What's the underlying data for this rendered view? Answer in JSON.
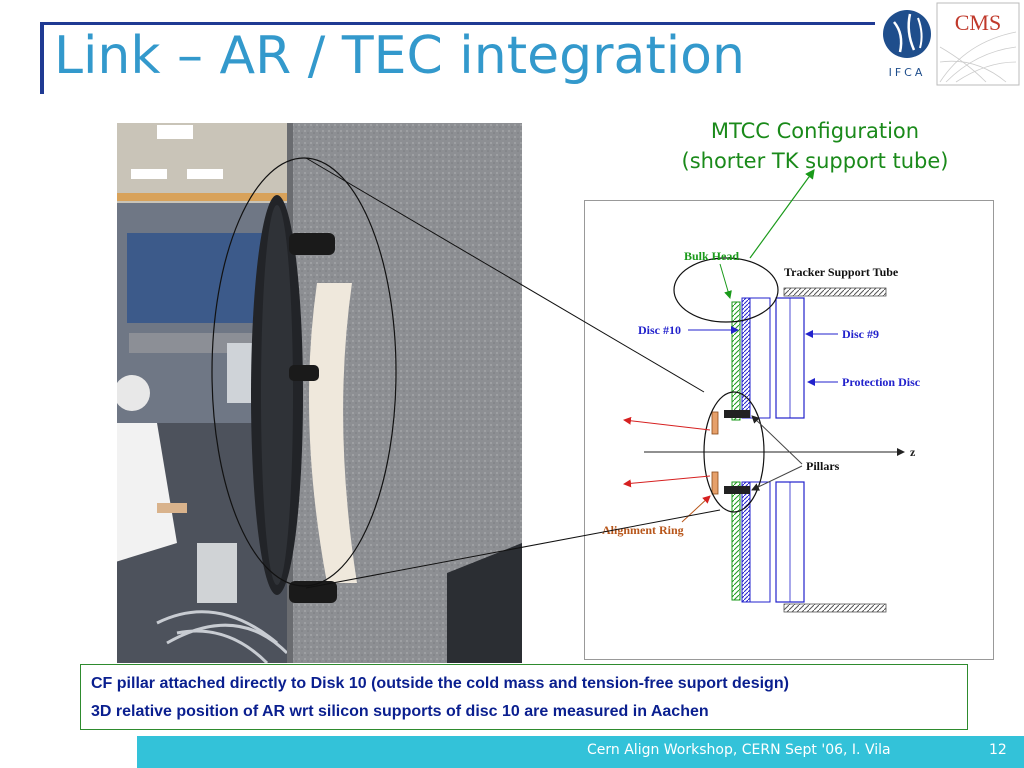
{
  "title": "Link – AR / TEC integration",
  "logos": {
    "left_logo_text": "IFCA",
    "right_logo_text": "CMS"
  },
  "mtcc": {
    "line1": "MTCC Configuration",
    "line2": "(shorter TK support tube)"
  },
  "diagram": {
    "bulkhead": "Bulk Head",
    "tracker_support_tube": "Tracker Support Tube",
    "disc10": "Disc #10",
    "disc9": "Disc #9",
    "protection_disc": "Protection Disc",
    "z_axis": "z",
    "pillars": "Pillars",
    "alignment_ring": "Alignment Ring"
  },
  "caption": {
    "line1": "CF pillar attached directly to Disk 10 (outside the cold mass and tension-free suport design)",
    "line2": "3D relative position of AR wrt silicon supports of disc 10 are measured in Aachen"
  },
  "footer": {
    "text": "Cern Align Workshop, CERN Sept '06,   I. Vila",
    "page": "12"
  },
  "colors": {
    "title": "#3399cc",
    "accent_bar": "#1f3a93",
    "footer_bg": "#33c2d9",
    "caption_text": "#0a1f8f",
    "mtcc_text": "#1a8a1a"
  }
}
